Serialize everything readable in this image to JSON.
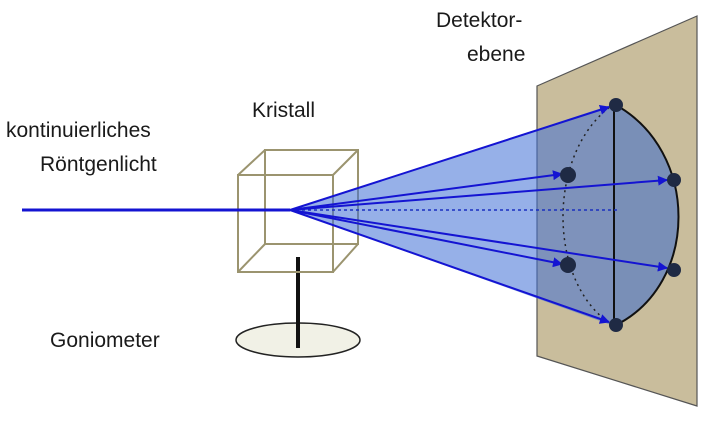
{
  "labels": {
    "source_line1": "kontinuierliches",
    "source_line2": "Röntgenlicht",
    "crystal": "Kristall",
    "detector_line1": "Detektor-",
    "detector_line2": "ebene",
    "goniometer": "Goniometer"
  },
  "colors": {
    "beam": "#1414d2",
    "cone_fill": "#3f6fd6",
    "detector_plate": "#c9bd9c",
    "crystal_edges": "#9b946f",
    "spot": "#1f2a44",
    "goniometer_base": "#f1f1e6",
    "text": "#1a1a1a"
  }
}
